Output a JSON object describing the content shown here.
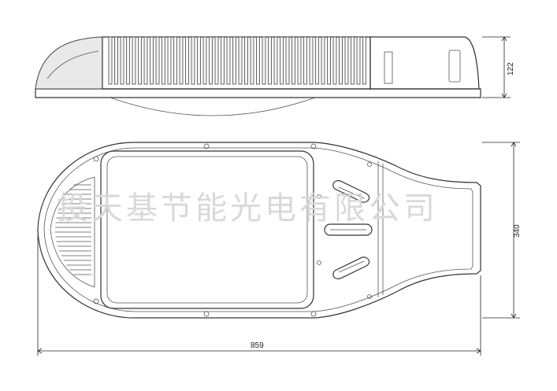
{
  "watermark": "投天基节能光电有限公司",
  "dimensions": {
    "total_length": "859",
    "side_height": "122",
    "top_width": "340"
  },
  "colors": {
    "line": "#333333",
    "fill_light": "#f4f4f4",
    "watermark": "#d9d9d9"
  }
}
